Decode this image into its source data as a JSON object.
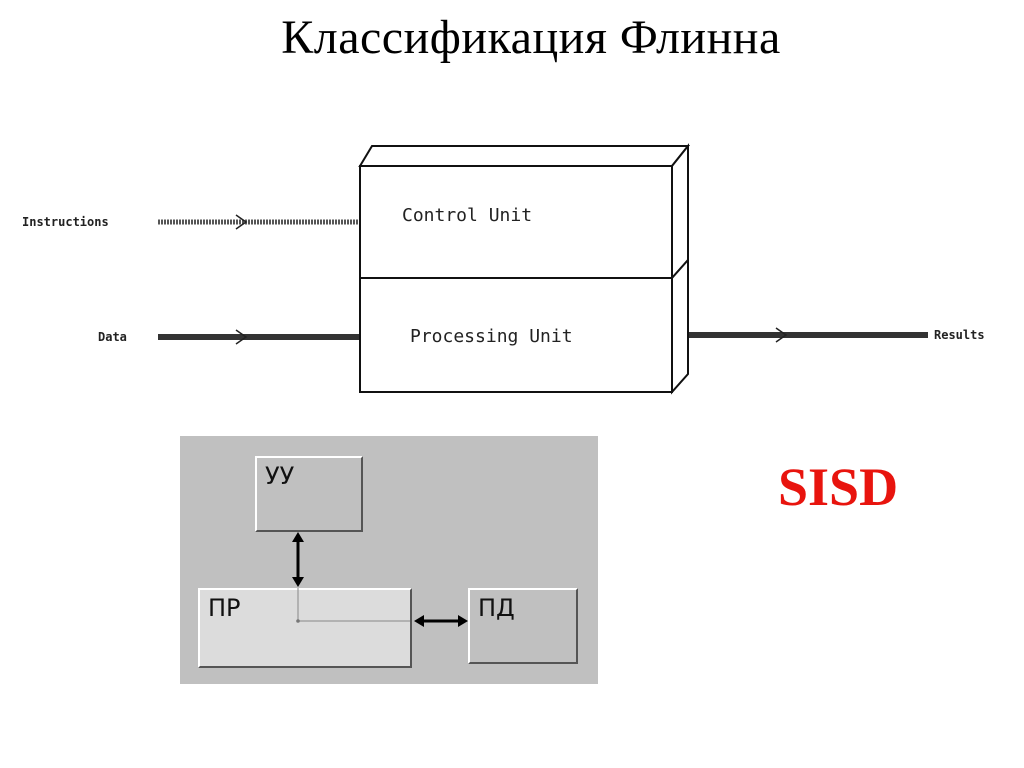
{
  "title": "Классификация Флинна",
  "top_diagram": {
    "instructions_label": "Instructions",
    "data_label": "Data",
    "results_label": "Results",
    "control_unit_label": "Control Unit",
    "processing_unit_label": "Processing Unit"
  },
  "sisd_diagram": {
    "uu_label": "УУ",
    "pr_label": "ПР",
    "pd_label": "ПД"
  },
  "architecture_label": "SISD",
  "colors": {
    "architecture_label": "#e8140e",
    "diagram_background": "#c0c0c0"
  }
}
